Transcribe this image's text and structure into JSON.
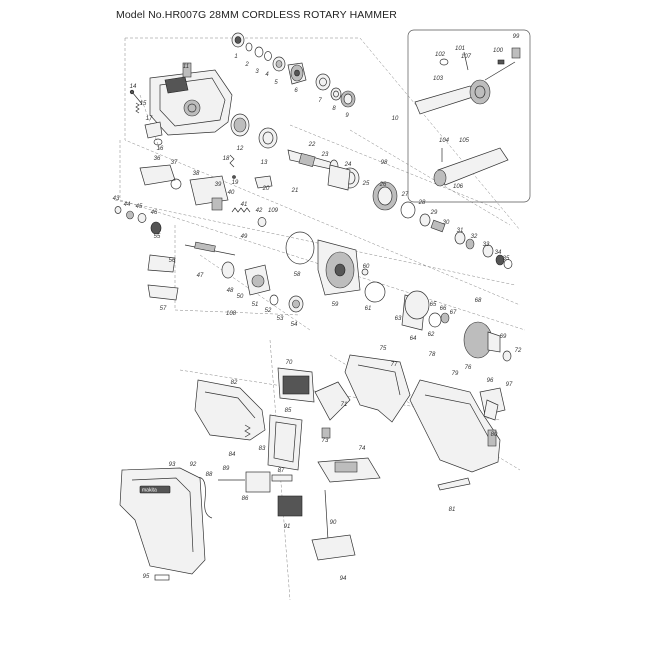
{
  "title": "Model No.HR007G 28MM CORDLESS ROTARY HAMMER",
  "part_labels": [
    "1",
    "2",
    "3",
    "4",
    "5",
    "6",
    "7",
    "8",
    "9",
    "10",
    "11",
    "12",
    "13",
    "14",
    "15",
    "16",
    "17",
    "18",
    "19",
    "20",
    "21",
    "22",
    "23",
    "24",
    "25",
    "26",
    "27",
    "28",
    "29",
    "30",
    "31",
    "32",
    "33",
    "34",
    "35",
    "36",
    "37",
    "38",
    "39",
    "40",
    "41",
    "42",
    "43",
    "44",
    "45",
    "46",
    "47",
    "48",
    "49",
    "50",
    "51",
    "52",
    "53",
    "54",
    "55",
    "56",
    "57",
    "58",
    "59",
    "60",
    "61",
    "62",
    "63",
    "64",
    "65",
    "66",
    "67",
    "68",
    "69",
    "70",
    "71",
    "72",
    "73",
    "74",
    "75",
    "76",
    "77",
    "78",
    "79",
    "80",
    "81",
    "82",
    "83",
    "84",
    "85",
    "86",
    "87",
    "88",
    "89",
    "90",
    "91",
    "92",
    "93",
    "94",
    "95",
    "96",
    "97",
    "98",
    "99",
    "100",
    "101",
    "102",
    "103",
    "104",
    "105",
    "106",
    "107",
    "108",
    "109"
  ],
  "brand_mark": "makita"
}
